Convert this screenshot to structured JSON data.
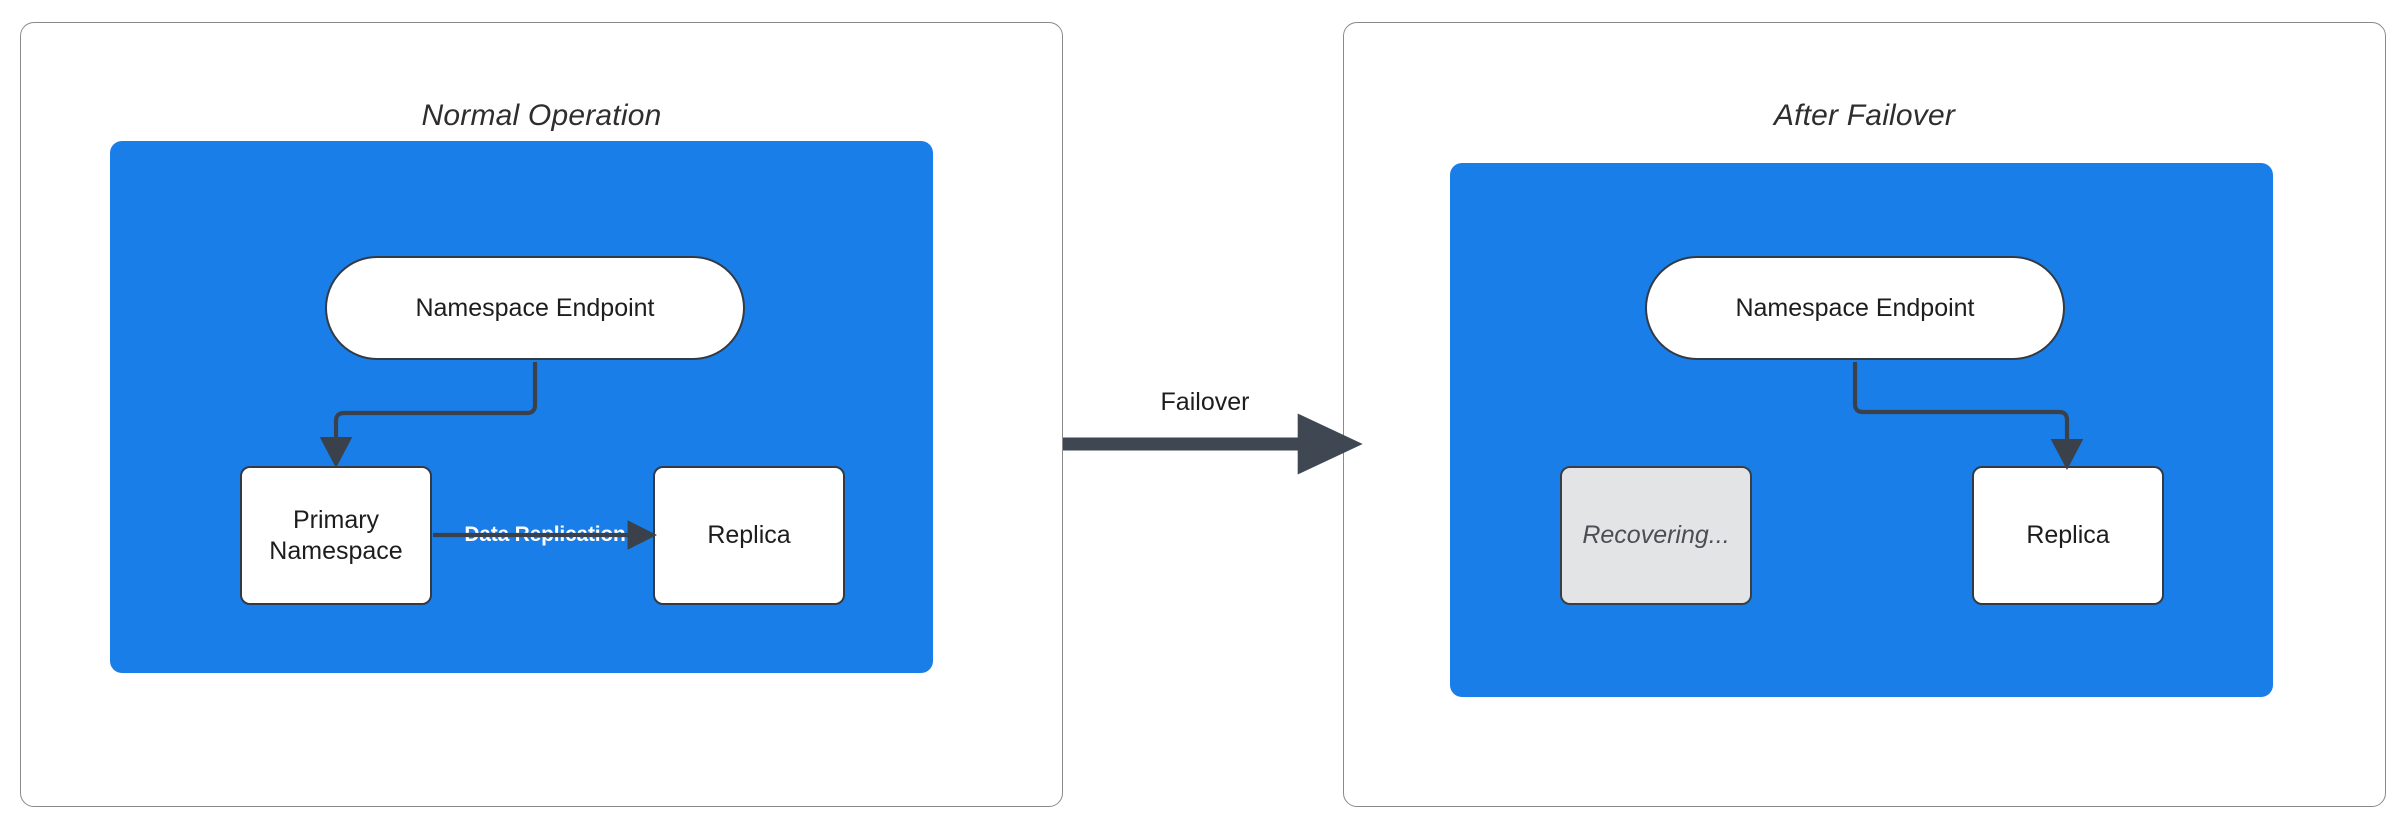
{
  "diagram": {
    "type": "failover-architecture-diagram",
    "background_color": "#ffffff",
    "accent_color": "#1a7ee8",
    "connector_color": "#3a414b",
    "panels": [
      {
        "id": "normal-operation",
        "title": "Normal Operation",
        "region_label": "",
        "nodes": [
          {
            "id": "endpoint-left",
            "label": "Namespace Endpoint",
            "shape": "pill",
            "fill": "#ffffff"
          },
          {
            "id": "primary",
            "label": "Primary\nNamespace",
            "shape": "rect",
            "fill": "#ffffff"
          },
          {
            "id": "replica-left",
            "label": "Replica",
            "shape": "rect",
            "fill": "#ffffff"
          }
        ],
        "edges": [
          {
            "from": "endpoint-left",
            "to": "primary",
            "label": ""
          },
          {
            "from": "primary",
            "to": "replica-left",
            "label": "Data Replication"
          }
        ]
      },
      {
        "id": "after-failover",
        "title": "After Failover",
        "region_label": "",
        "nodes": [
          {
            "id": "endpoint-right",
            "label": "Namespace Endpoint",
            "shape": "pill",
            "fill": "#ffffff"
          },
          {
            "id": "recovering",
            "label": "Recovering...",
            "shape": "rect",
            "fill": "#e2e4e6"
          },
          {
            "id": "replica-right",
            "label": "Replica",
            "shape": "rect",
            "fill": "#ffffff"
          }
        ],
        "edges": [
          {
            "from": "endpoint-right",
            "to": "replica-right",
            "label": ""
          }
        ]
      }
    ],
    "transition": {
      "label": "Failover",
      "direction": "left-to-right"
    }
  },
  "labels": {
    "panel_left_title": "Normal Operation",
    "panel_right_title": "After Failover",
    "endpoint_left": "Namespace Endpoint",
    "endpoint_right": "Namespace Endpoint",
    "primary_line1": "Primary",
    "primary_line2": "Namespace",
    "replica_left": "Replica",
    "replica_right": "Replica",
    "recovering": "Recovering...",
    "data_replication": "Data Replication",
    "failover": "Failover"
  }
}
